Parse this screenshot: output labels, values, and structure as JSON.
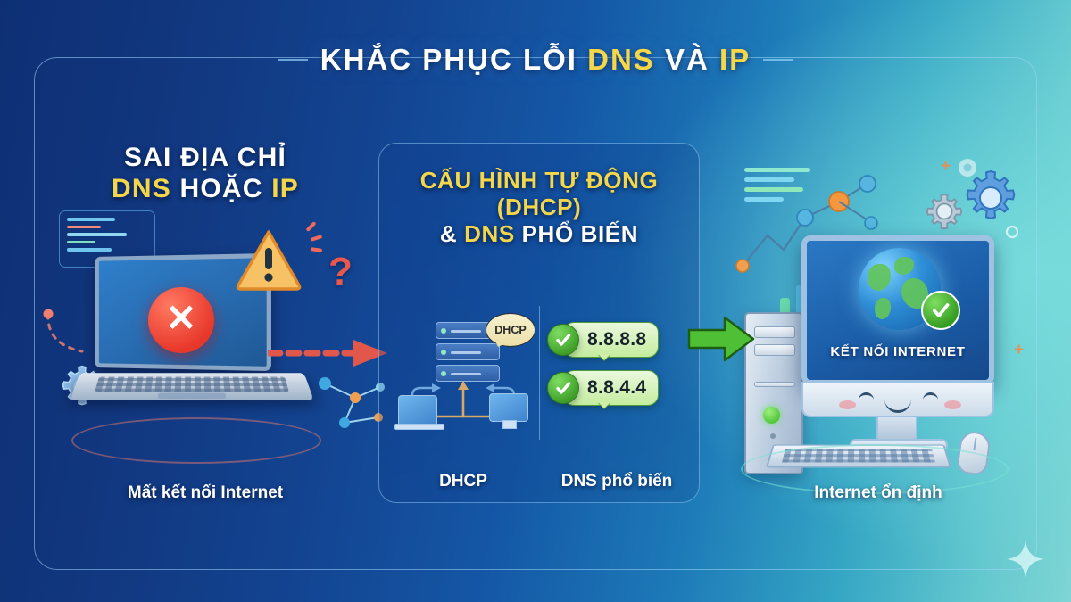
{
  "title": {
    "prefix": "KHẮC PHỤC LỖI ",
    "gold1": "DNS",
    "middle": " VÀ ",
    "gold2": "IP"
  },
  "left_panel": {
    "heading_line1": "SAI ĐỊA CHỈ",
    "heading_line2_gold1": "DNS",
    "heading_line2_mid": " HOẶC ",
    "heading_line2_gold2": "IP",
    "caption": "Mất kết nối Internet",
    "error_symbol": "✕",
    "warning_symbol": "!",
    "question_symbol": "?"
  },
  "middle_panel": {
    "heading_line1": "CẤU HÌNH TỰ ĐỘNG",
    "heading_line2": "(DHCP)",
    "heading_line3_amp": "& ",
    "heading_line3_gold": "DNS",
    "heading_line3_rest": " PHỔ BIẾN",
    "dhcp_bubble_label": "DHCP",
    "dhcp_sublabel": "DHCP",
    "dns_sublabel": "DNS phổ biến",
    "dns_servers": [
      {
        "address": "8.8.8.8",
        "check": "✔"
      },
      {
        "address": "8.8.4.4",
        "check": "✔"
      }
    ]
  },
  "right_panel": {
    "screen_text": "KẾT NỐI INTERNET",
    "caption": "Internet ổn định",
    "check_symbol": "✔"
  },
  "colors": {
    "gold": "#f3d64a",
    "white": "#ffffff",
    "error_red": "#e8382c",
    "success_green": "#3f9e28",
    "warning_orange": "#f5b44a",
    "bg_deep_blue": "#0e2f74",
    "bg_teal": "#7ed5d4"
  }
}
